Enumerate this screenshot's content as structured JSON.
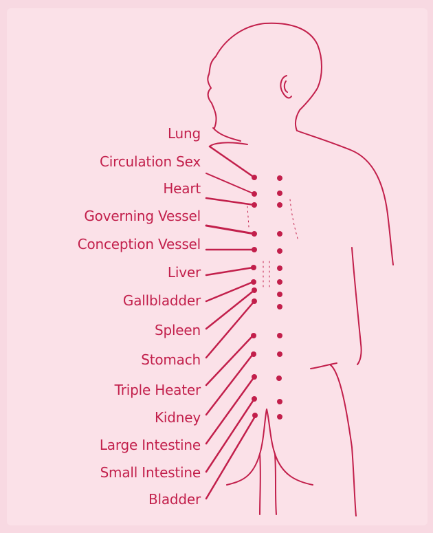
{
  "labels": {
    "lung": "Lung",
    "circulation_sex": "Circulation Sex",
    "heart": "Heart",
    "governing_vessel": "Governing Vessel",
    "conception_vessel": "Conception Vessel",
    "liver": "Liver",
    "gallbladder": "Gallbladder",
    "spleen": "Spleen",
    "stomach": "Stomach",
    "triple_heater": "Triple Heater",
    "kidney": "Kidney",
    "large_intestine": "Large Intestine",
    "small_intestine": "Small Intestine",
    "bladder": "Bladder"
  },
  "colors": {
    "ink": "#c21f4b",
    "background": "#fbe1e8"
  }
}
